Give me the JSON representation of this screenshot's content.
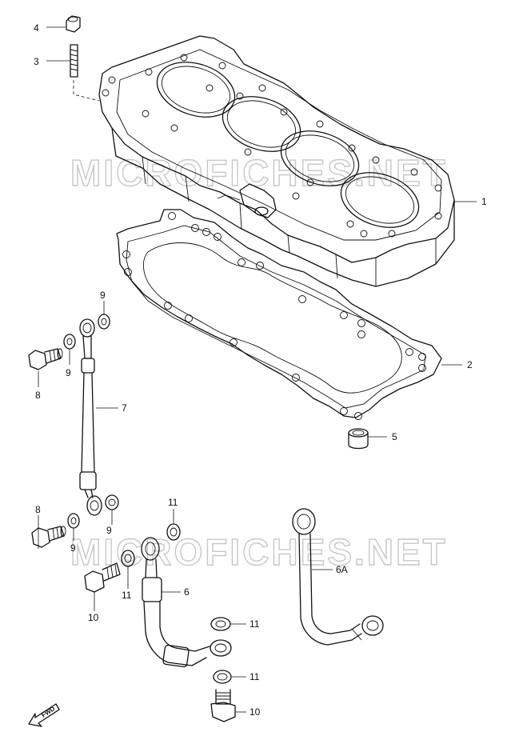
{
  "watermark": {
    "text_top": "MICROFICHES.NET",
    "text_bottom": "MICROFICHES.NET"
  },
  "fwd_label": "FWD",
  "callouts": {
    "c1": "1",
    "c2": "2",
    "c3": "3",
    "c4": "4",
    "c5": "5",
    "c6": "6",
    "c6a": "6A",
    "c7": "7",
    "c8a": "8",
    "c8b": "8",
    "c9a": "9",
    "c9b": "9",
    "c9c": "9",
    "c9d": "9",
    "c10a": "10",
    "c10b": "10",
    "c11a": "11",
    "c11b": "11",
    "c11c": "11",
    "c11d": "11"
  }
}
